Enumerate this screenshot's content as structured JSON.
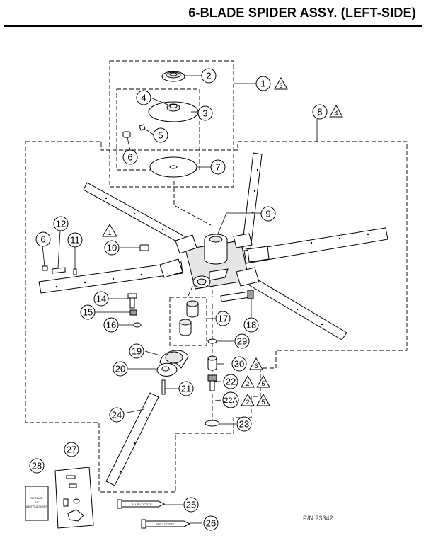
{
  "title": "6-BLADE SPIDER ASSY. (LEFT-SIDE)",
  "footer_part_number": "P/N 23342",
  "callouts": {
    "c1": "1",
    "c2": "2",
    "c3": "3",
    "c4": "4",
    "c5": "5",
    "c6a": "6",
    "c6b": "6",
    "c7": "7",
    "c8": "8",
    "c9": "9",
    "c10": "10",
    "c11": "11",
    "c12": "12",
    "c14": "14",
    "c15": "15",
    "c16": "16",
    "c17": "17",
    "c18": "18",
    "c19": "19",
    "c20": "20",
    "c21": "21",
    "c22": "22",
    "c22a": "22A",
    "c23": "23",
    "c24": "24",
    "c25": "25",
    "c26": "26",
    "c27": "27",
    "c28": "28",
    "c29": "29",
    "c30": "30"
  },
  "warning_triangles": {
    "t1_3": "3",
    "t8_4": "4",
    "t_1": "1",
    "t30_6": "6",
    "t22_2": "2",
    "t22_5": "5",
    "t22a_2": "2",
    "t22a_5": "5"
  },
  "labels": {
    "blue_loctite": "BLUE LOCTITE",
    "red_loctite": "RED LOCTITE",
    "service_kit_line1": "SERVICE",
    "service_kit_line2": "KIT",
    "service_kit_line3": "INSTRUCTIONS"
  }
}
